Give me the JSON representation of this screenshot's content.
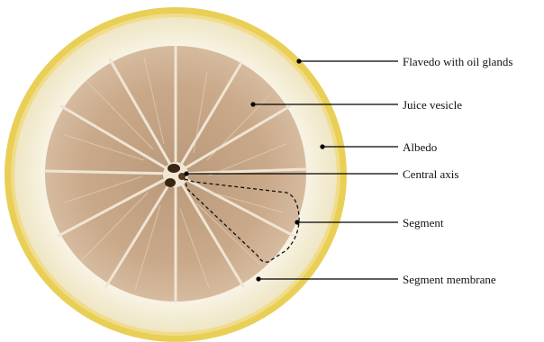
{
  "labels": {
    "flavedo": "Flavedo with oil glands",
    "juice_vesicle": "Juice vesicle",
    "albedo": "Albedo",
    "central_axis": "Central axis",
    "segment": "Segment",
    "segment_membrane": "Segment membrane"
  },
  "colors": {
    "flavedo": "#e9cf55",
    "albedo": "#f7f1de",
    "pulp": "#c9ab8a",
    "membrane": "#f0e7d8",
    "axis": "#3a2414",
    "leader": "#000000"
  }
}
